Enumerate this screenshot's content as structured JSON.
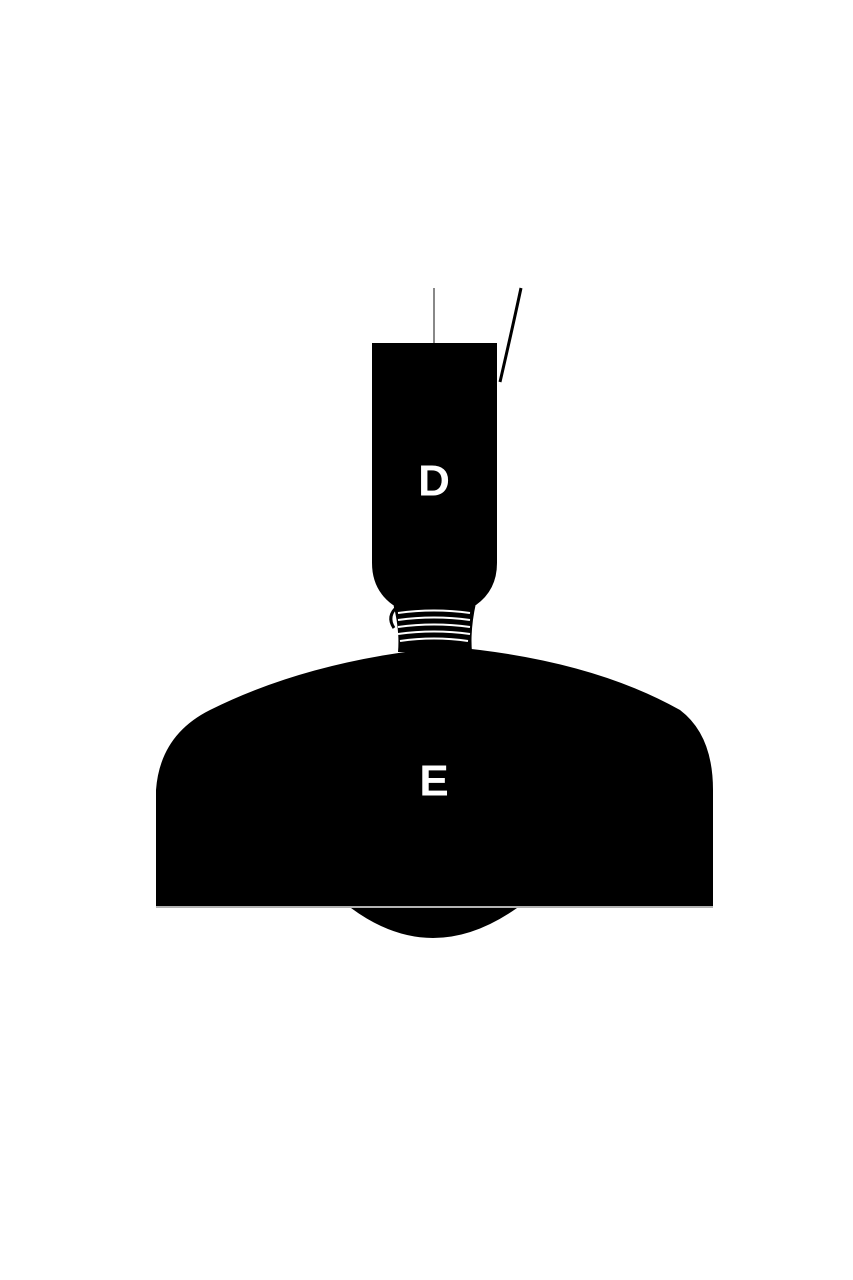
{
  "diagram": {
    "parts": [
      {
        "id": "D",
        "label": "D"
      },
      {
        "id": "E",
        "label": "E"
      }
    ],
    "colors": {
      "background": "#ffffff",
      "silhouette": "#000000",
      "label": "#ffffff",
      "wire": "#888888"
    }
  }
}
